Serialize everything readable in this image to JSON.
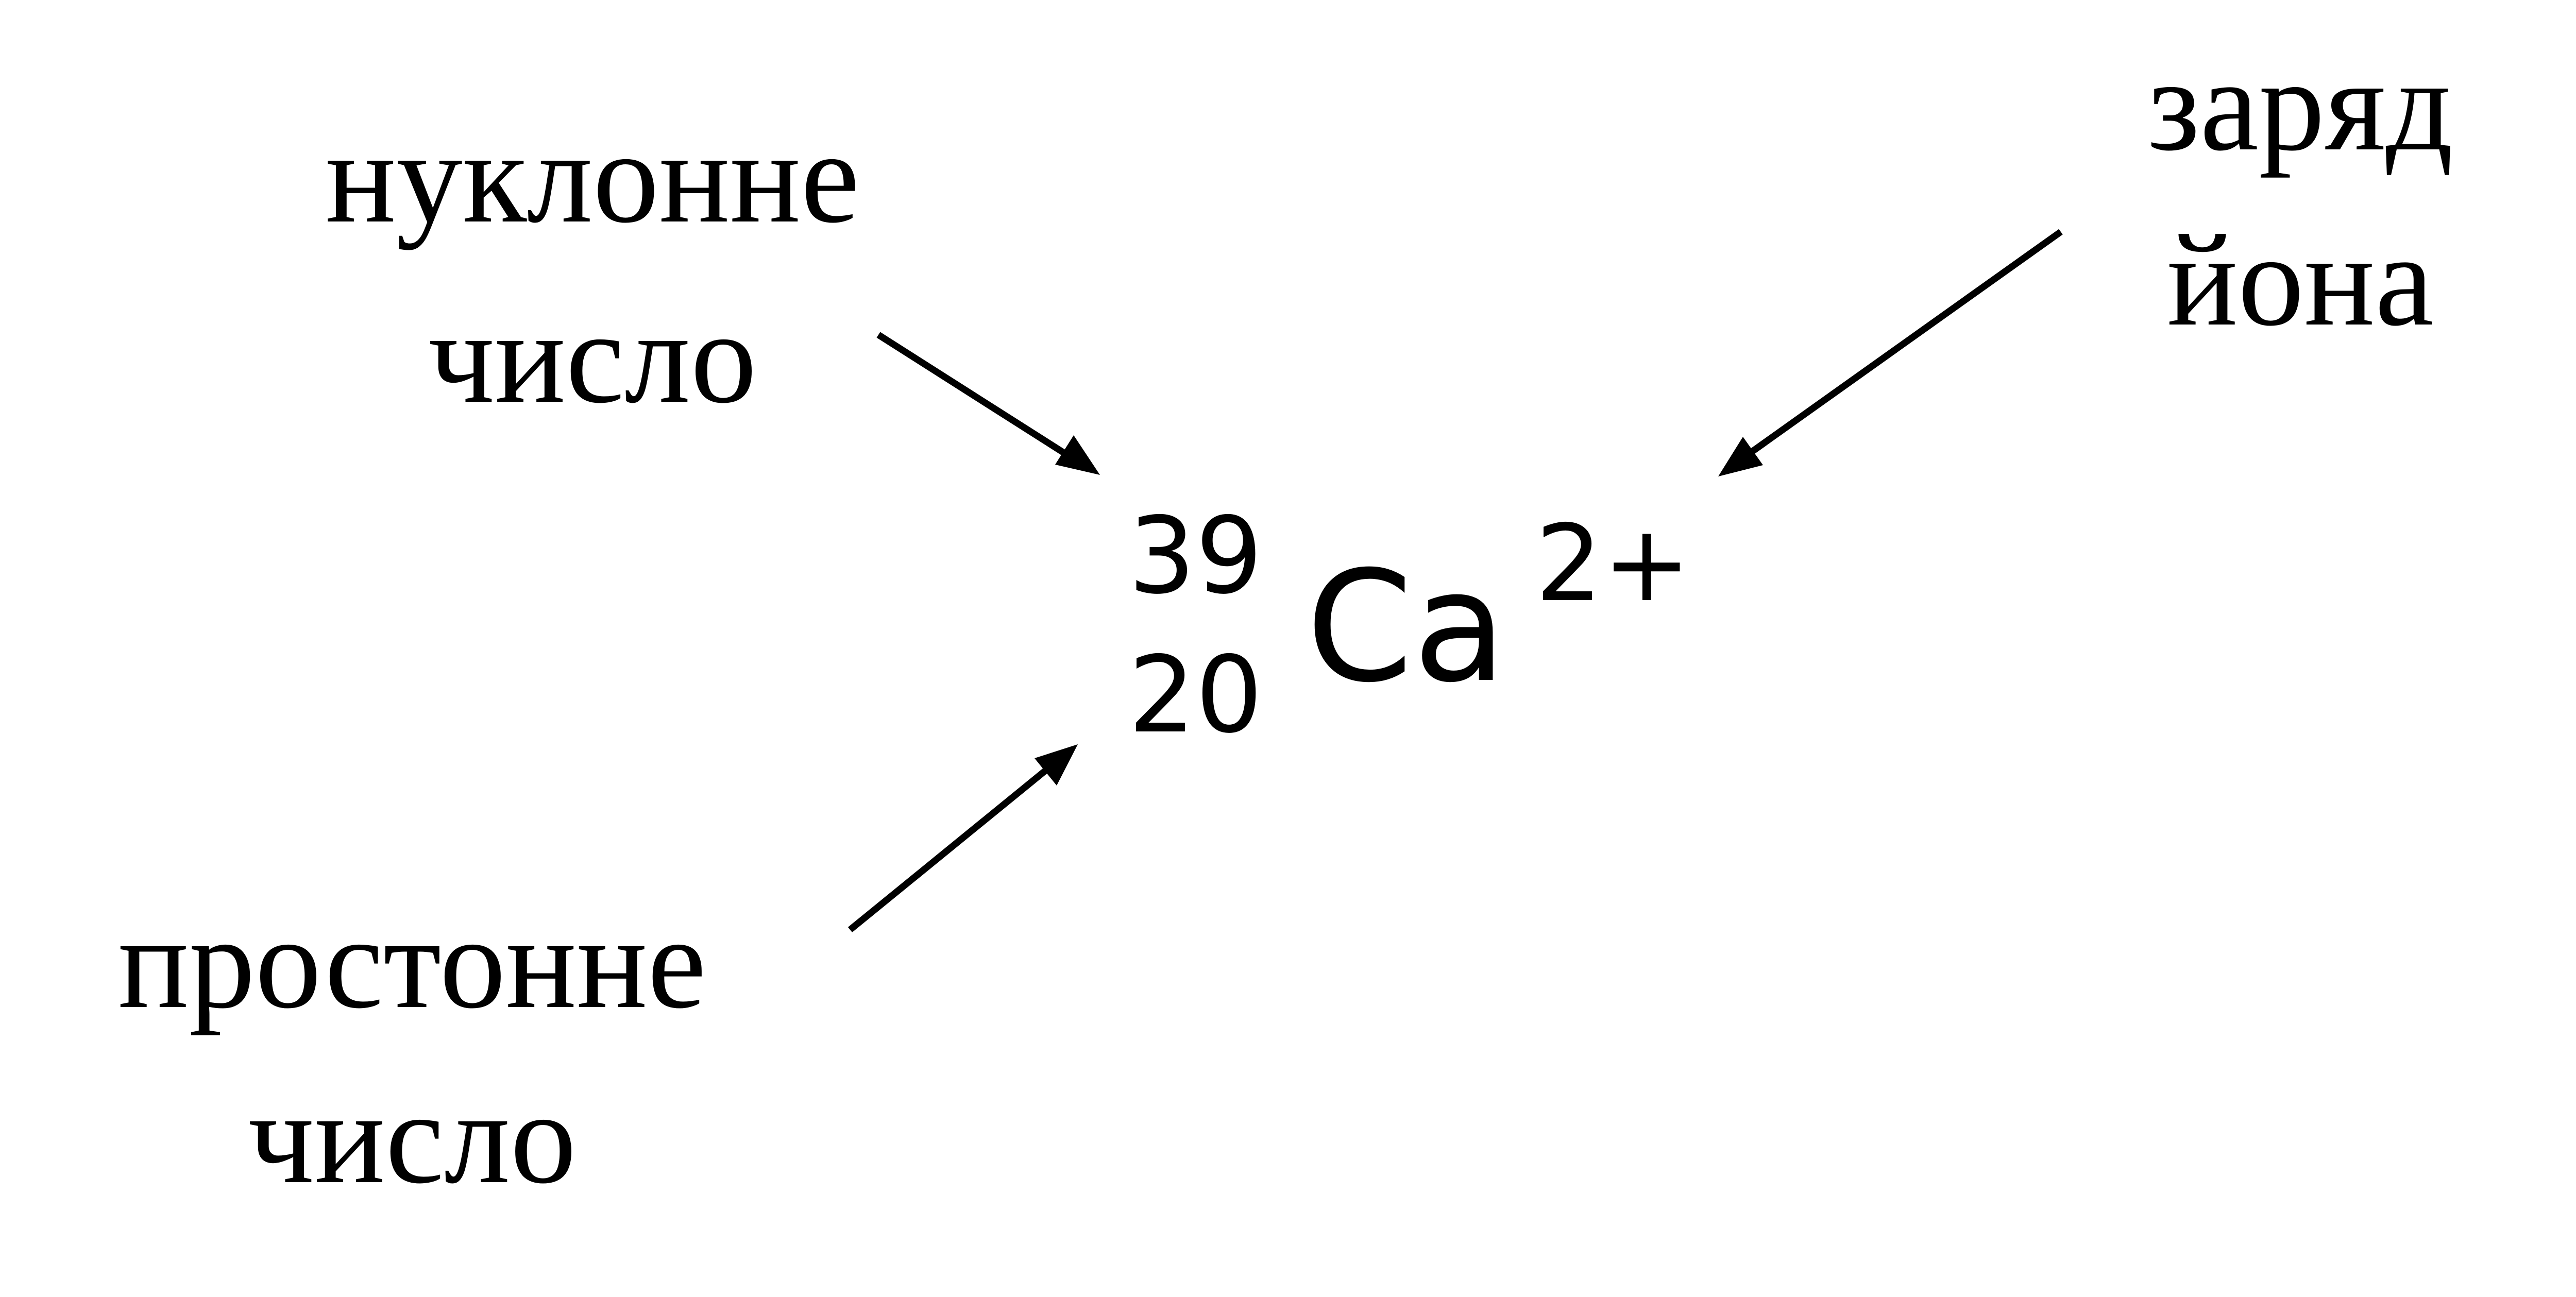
{
  "labels": {
    "mass_number": [
      "нуклонне",
      "число"
    ],
    "atomic_number": [
      "простонне",
      "число"
    ],
    "ion_charge": [
      "заряд",
      "йона"
    ]
  },
  "formula": {
    "mass_number": "39",
    "atomic_number": "20",
    "symbol": "Ca",
    "charge": "2+"
  },
  "colors": {
    "text": "#000000",
    "arrows": "#000000",
    "background": "#ffffff"
  }
}
